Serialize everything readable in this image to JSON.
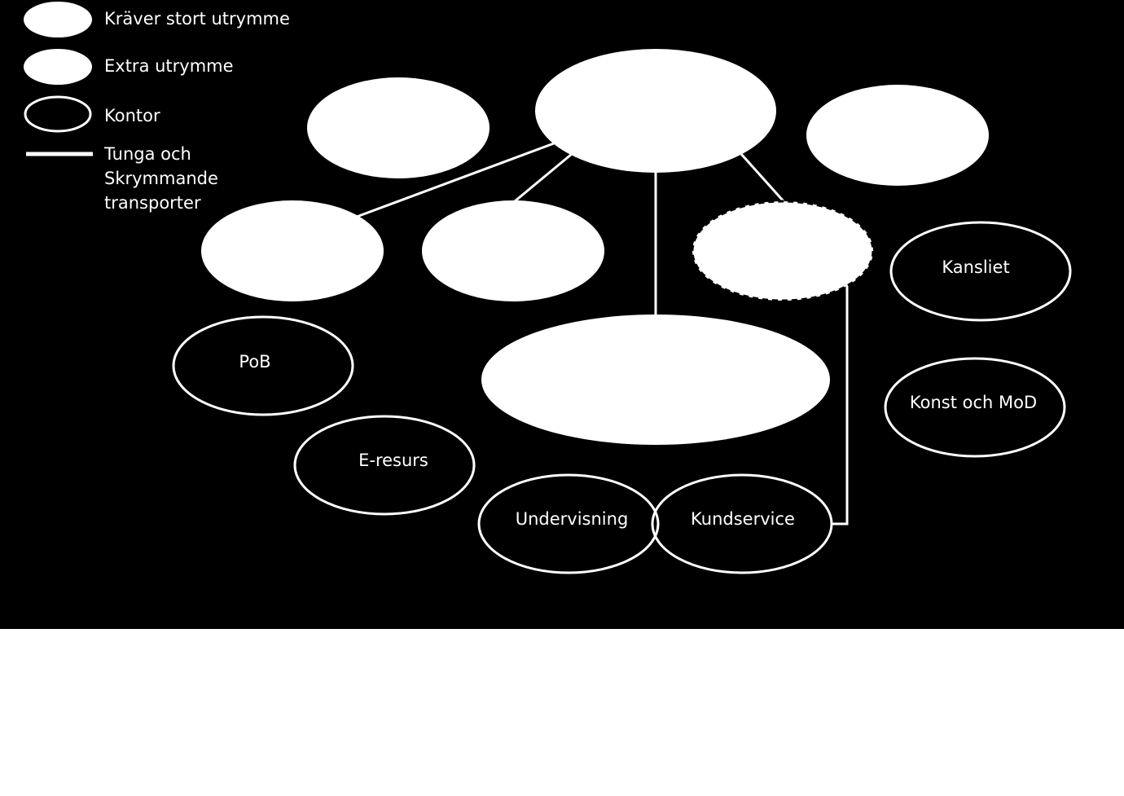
{
  "colors": {
    "background": "#000000",
    "foreground": "#ffffff",
    "lower_area": "#ffffff"
  },
  "legend": {
    "large_space": "Kräver stort utrymme",
    "extra_space": "Extra utrymme",
    "office": "Kontor",
    "transport_line1": "Tunga och",
    "transport_line2": "Skrymmande",
    "transport_line3": "transporter"
  },
  "nodes": {
    "pob": "PoB",
    "e_resurs": "E-resurs",
    "undervisning": "Undervisning",
    "kundservice": "Kundservice",
    "kansliet": "Kansliet",
    "konst_mod": "Konst och MoD"
  }
}
